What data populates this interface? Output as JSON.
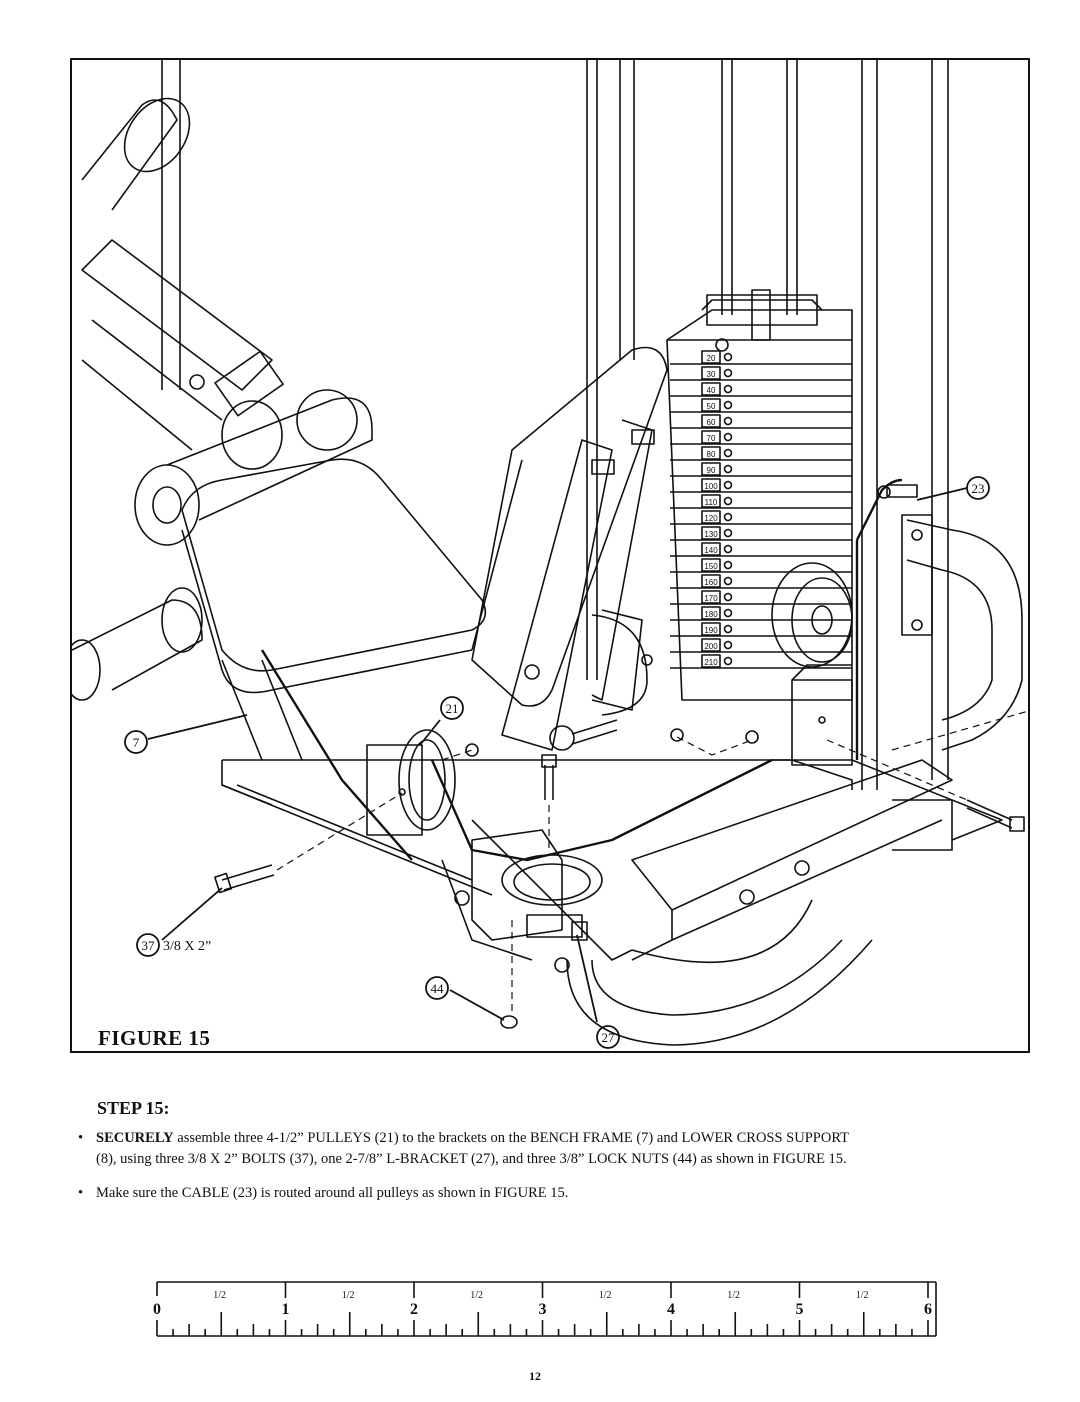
{
  "figure": {
    "caption": "FIGURE 15",
    "callouts": [
      {
        "id": "7",
        "label": "7"
      },
      {
        "id": "21",
        "label": "21"
      },
      {
        "id": "23",
        "label": "23"
      },
      {
        "id": "27",
        "label": "27"
      },
      {
        "id": "37",
        "label": "37"
      },
      {
        "id": "44",
        "label": "44"
      }
    ],
    "bolt_size_label": "3/8 X 2”",
    "weight_plates": [
      "20",
      "30",
      "40",
      "50",
      "60",
      "70",
      "80",
      "90",
      "100",
      "110",
      "120",
      "130",
      "140",
      "150",
      "160",
      "170",
      "180",
      "190",
      "200",
      "210"
    ]
  },
  "step": {
    "heading": "STEP 15:",
    "items": [
      {
        "bullet": "•",
        "strong": "SECURELY",
        "line1": " assemble  three 4-1/2” PULLEYS (21) to the brackets on the BENCH FRAME (7) and LOWER CROSS SUPPORT",
        "line2": "(8), using three 3/8 X 2” BOLTS (37), one 2-7/8” L-BRACKET (27), and three 3/8” LOCK NUTS (44) as shown in FIGURE 15."
      },
      {
        "bullet": "•",
        "text": "Make sure the CABLE (23) is routed around all pulleys as shown in FIGURE 15."
      }
    ]
  },
  "ruler": {
    "numbers": [
      "0",
      "1",
      "2",
      "3",
      "4",
      "5",
      "6"
    ],
    "half_label": "1/2"
  },
  "page_number": "12"
}
